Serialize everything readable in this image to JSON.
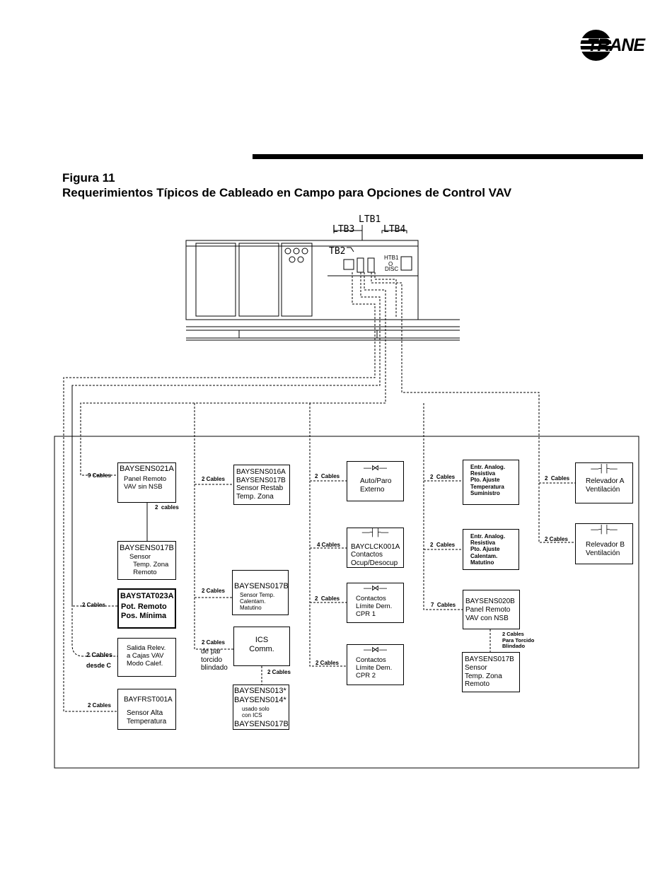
{
  "brand": {
    "name": "TRANE"
  },
  "figure": {
    "number": "Figura 11",
    "title": "Requerimientos Típicos de Cableado en Campo para Opciones de Control  VAV"
  },
  "unit": {
    "ltb3": "LTB3",
    "ltb1": "LTB1",
    "ltb4": "LTB4",
    "tb2": "TB2",
    "htb1": "HTB1",
    "htb1_o": "O",
    "disc": "DISC"
  },
  "column1": {
    "baysens021a": {
      "code": "BAYSENS021A",
      "desc": "Panel Remoto\nVAV sin NSB",
      "wire": "9 Cables"
    },
    "link_021a_017b": "2  cables",
    "baysens017b": {
      "code": "BAYSENS017B",
      "desc": "Sensor\n  Temp. Zona\n  Remoto"
    },
    "baystat023a": {
      "code": "BAYSTAT023A",
      "desc": "Pot. Remoto\nPos. Mínima",
      "wire": "2 Cables"
    },
    "salida": {
      "desc": "Salida Relev.\na Cajas VAV\nModo Calef.",
      "wire": "2 Cables",
      "from": "desde C"
    },
    "bayfrst001a": {
      "code": "BAYFRST001A",
      "desc": "Sensor Alta\nTemperatura",
      "wire": "2 Cables"
    }
  },
  "column2": {
    "baysens016a": {
      "text": "BAYSENS016A\nBAYSENS017B\nSensor Restab\nTemp. Zona",
      "wire": "2 Cables"
    },
    "baysens017b": {
      "code": "BAYSENS017B",
      "desc": "Sensor Temp.\nCalentam.\nMatutino",
      "wire": "2 Cables"
    },
    "ics": {
      "text": "ICS\nComm.",
      "wire": "2 Cables",
      "wire_note": "de par\ntorcido\nblindado",
      "link": "2 Cables"
    },
    "baysens013": {
      "line1": "BAYSENS013*",
      "line2": "BAYSENS014*",
      "note": "usado solo\ncon ICS",
      "line3": "BAYSENS017B"
    }
  },
  "column3": {
    "autoparo": {
      "symbol": "—⋈—",
      "desc": "Auto/Paro\nExterno",
      "wire": "2  Cables"
    },
    "bayclck001a": {
      "symbol": "—┤├—",
      "code": "BAYCLCK001A",
      "desc": "Contactos\nOcup/Desocup",
      "wire": "4 Cables"
    },
    "cpr1": {
      "symbol": "—⋈—",
      "desc": "Contactos\nLímite Dem.\nCPR 1",
      "wire": "2  Cables"
    },
    "cpr2": {
      "symbol": "—⋈—",
      "desc": "Contactos\nLímite Dem.\nCPR 2",
      "wire": "2 Cables"
    }
  },
  "column4": {
    "entr1": {
      "desc": "Entr. Analog.\nResistiva\nPto. Ajuste\nTemperatura\nSuministro",
      "wire": "2  Cables"
    },
    "entr2": {
      "desc": "Entr. Analog.\nResistiva\nPto. Ajuste\nCalentam.\nMatutino",
      "wire": "2  Cables"
    },
    "baysens020b": {
      "code": "BAYSENS020B",
      "desc": "Panel Remoto\nVAV con NSB",
      "wire": "7  Cables",
      "link": "2 Cables\nPara Torcido\nBlindado"
    },
    "baysens017b": {
      "code": "BAYSENS017B",
      "desc": "Sensor\nTemp. Zona\nRemoto"
    }
  },
  "column5": {
    "relevador_a": {
      "symbol": "—┤├—",
      "desc": "Relevador A\nVentilación",
      "wire": "2  Cables"
    },
    "relevador_b": {
      "symbol": "—┤├—",
      "desc": "Relevador B\nVentilación",
      "wire": "2 Cables"
    }
  }
}
